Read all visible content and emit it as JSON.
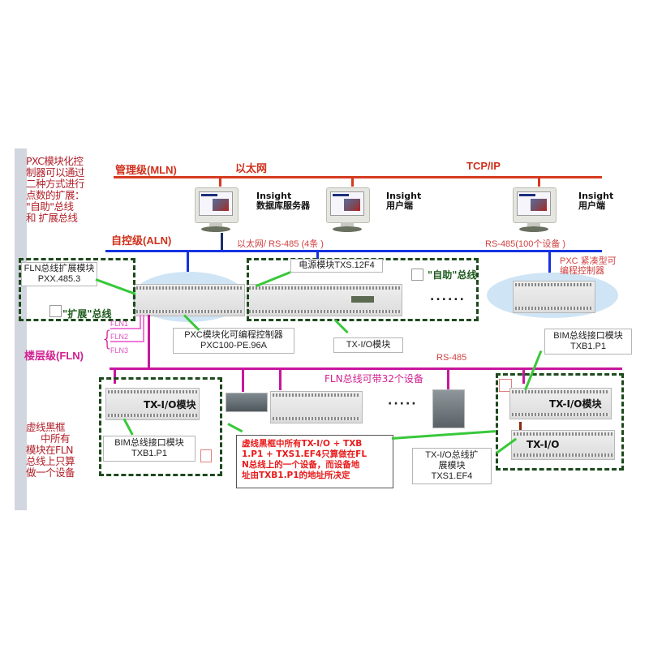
{
  "side_notes": {
    "top": [
      "PXC模块化控",
      "制器可以通过",
      "二种方式进行",
      "点数的扩展：",
      "\"自助\"总线",
      "和  扩展总线"
    ],
    "bottom": [
      "虚线黑框",
      "中所有",
      "模块在FLN",
      "总线上只算",
      "做一个设备"
    ]
  },
  "levels": {
    "mln": "管理级(MLN)",
    "aln": "自控级(ALN)",
    "fln": "楼层级(FLN)"
  },
  "network_labels": {
    "ethernet": "以太网",
    "tcpip": "TCP/IP",
    "aln_left": "以太网/ RS-485 (4条 )",
    "aln_right": "RS-485(100个设备 )",
    "fln_rs485": "RS-485",
    "fln_capacity": "FLN总线可带32个设备"
  },
  "workstations": [
    {
      "name": "Insight",
      "role": "数据库服务器"
    },
    {
      "name": "Insight",
      "role": "用户端"
    },
    {
      "name": "Insight",
      "role": "用户端"
    }
  ],
  "fln_branches": [
    "FLN1",
    "FLN2",
    "FLN3"
  ],
  "callouts": {
    "fln_expansion": [
      "FLN总线扩展模块",
      "PXX.485.3"
    ],
    "expansion_bus": "\"扩展\"总线",
    "power_module": "电源模块TXS.12F4",
    "self_help_bus": "\"自助\"总线",
    "pxc_modular": [
      "PXC模块化可编程控制器",
      "PXC100-PE.96A"
    ],
    "txio_module": "TX-I/O模块",
    "pxc_compact": [
      "PXC 紧凑型可",
      "编程控制器"
    ],
    "bim_right": [
      "BIM总线接口模块",
      "TXB1.P1"
    ],
    "bim_left": [
      "BIM总线接口模块",
      "TXB1.P1"
    ],
    "txio_ext": [
      "TX-I/O总线扩",
      "展模块",
      "TXS1.EF4"
    ],
    "note": [
      "虚线黑框中所有TX-I/O + TXB",
      "1.P1 + TXS1.EF4只算做在FL",
      "N总线上的一个设备，而设备地",
      "址由TXB1.P1的地址所决定"
    ]
  },
  "device_labels": {
    "txio_left": "TX-I/O模块",
    "txio_right_top": "TX-I/O模块",
    "txio_right_bottom": "TX-I/O"
  },
  "ellipsis": "......",
  "ellipsis_fln": "·····",
  "colors": {
    "mln_line": "#d53a1f",
    "aln_line": "#1533e0",
    "fln_line": "#c8179e",
    "pointer": "#38c83a",
    "dashed_frame": "#1d4a1d"
  }
}
